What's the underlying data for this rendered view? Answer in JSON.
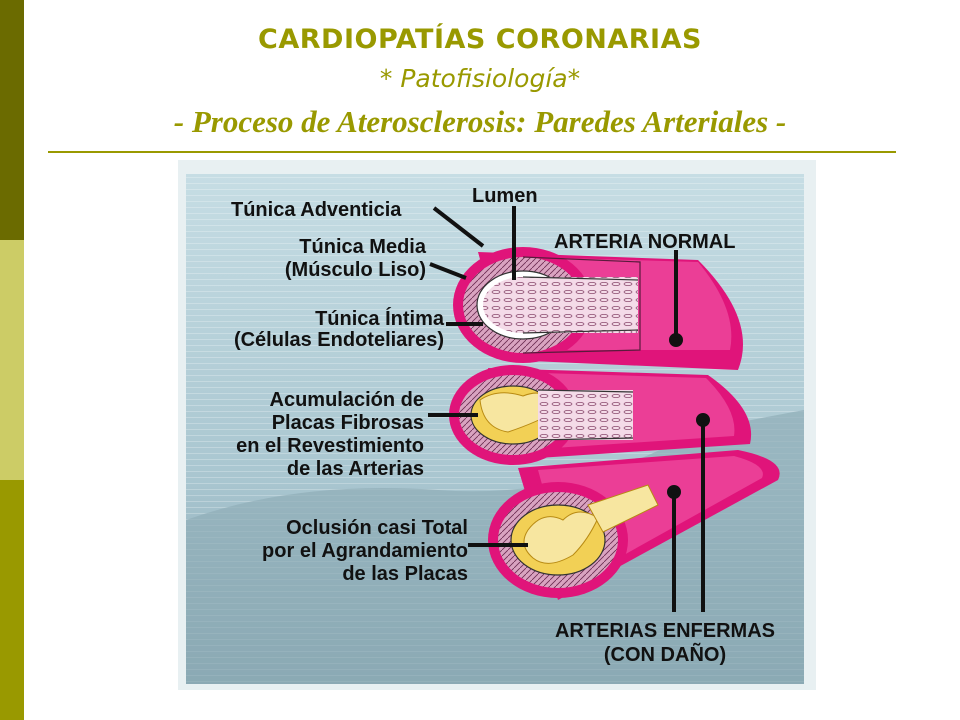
{
  "slide": {
    "title": "CARDIOPATÍAS CORONARIAS",
    "subtitle": "* Patofisiología*",
    "heading": "- Proceso de Aterosclerosis: Paredes Arteriales -"
  },
  "colors": {
    "accent": "#999900",
    "sidebar_dark": "#6b6b00",
    "sidebar_light": "#cccc66",
    "artery_pink": "#e0147a",
    "plaque_yellow": "#f2d055",
    "background_blue": "#b8d3dc"
  },
  "diagram": {
    "labels": {
      "adventicia": "Túnica Adventicia",
      "lumen": "Lumen",
      "arteria_normal": "ARTERIA NORMAL",
      "media_1": "Túnica Media",
      "media_2": "(Músculo Liso)",
      "intima_1": "Túnica Íntima",
      "intima_2": "(Células Endoteliares)",
      "acum_1": "Acumulación de",
      "acum_2": "Placas Fibrosas",
      "acum_3": "en el Revestimiento",
      "acum_4": "de las Arterias",
      "oclu_1": "Oclusión casi Total",
      "oclu_2": "por el Agrandamiento",
      "oclu_3": "de las Placas",
      "enfermas_1": "ARTERIAS ENFERMAS",
      "enfermas_2": "(CON DAÑO)"
    }
  }
}
